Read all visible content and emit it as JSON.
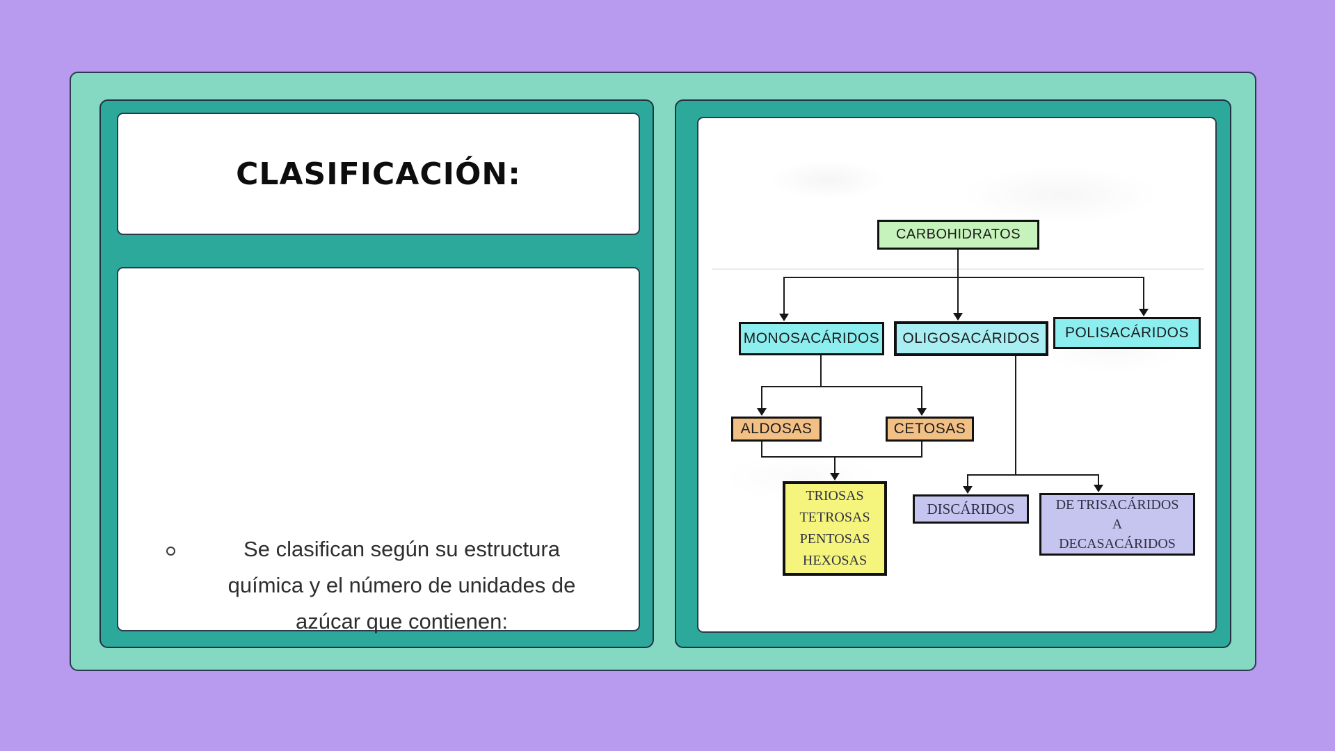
{
  "slide": {
    "title": "CLASIFICACIÓN:",
    "body_lines": {
      "0": "Se clasifican según su estructura",
      "1": "química y el número de unidades de",
      "2": "azúcar que contienen:"
    }
  },
  "diagram": {
    "nodes": {
      "carbohidratos": {
        "label": "CARBOHIDRATOS",
        "fill": "#c6f2bb"
      },
      "monosacaridos": {
        "label": "MONOSACÁRIDOS",
        "fill": "#8deef0"
      },
      "oligosacaridos": {
        "label": "OLIGOSACÁRIDOS",
        "fill": "#a9eef2"
      },
      "polisacaridos": {
        "label": "POLISACÁRIDOS",
        "fill": "#8deef0"
      },
      "aldosas": {
        "label": "ALDOSAS",
        "fill": "#f2bf85"
      },
      "cetosas": {
        "label": "CETOSAS",
        "fill": "#f2bf85"
      },
      "monosacarido_types": {
        "lines": {
          "0": "TRIOSAS",
          "1": "TETROSAS",
          "2": "PENTOSAS",
          "3": "HEXOSAS"
        },
        "fill": "#f5f57d"
      },
      "discaridos": {
        "label": "DISCÁRIDOS",
        "fill": "#c5c5f0"
      },
      "tri_to_deca": {
        "lines": {
          "0": "DE TRISACÁRIDOS",
          "1": "A",
          "2": "DECASACÁRIDOS"
        },
        "fill": "#c5c5f0"
      }
    }
  },
  "colors": {
    "page_background": "#b89bee",
    "outer_frame": "#85d8c2",
    "inner_frame": "#2ca99a",
    "card_background": "#ffffff",
    "frame_outline": "#2c3a52",
    "connector_line": "#1a1a1a",
    "title_text": "#0d0d0d",
    "body_text": "#2e2e2e"
  }
}
